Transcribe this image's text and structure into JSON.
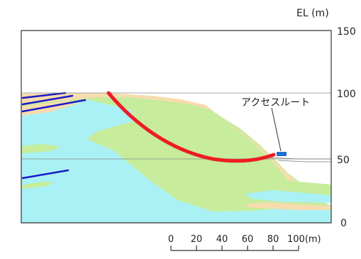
{
  "elevation_axis": {
    "unit_label": "EL (m)",
    "ticks": [
      "150",
      "100",
      "50",
      "0"
    ]
  },
  "annotation": {
    "access_route_label": "アクセスルート"
  },
  "scale_bar": {
    "ticks": [
      "0",
      "20",
      "40",
      "60",
      "80",
      "100(m)"
    ]
  },
  "colors": {
    "frame": "#333333",
    "layer_green": "#c6ec9c",
    "layer_cyan": "#a9f1f4",
    "layer_sand": "#f7dcae",
    "slip_surface": "#ee1c24",
    "fault_lines": "#1b1bc7",
    "access_route_marker": "#1f6fd0"
  }
}
